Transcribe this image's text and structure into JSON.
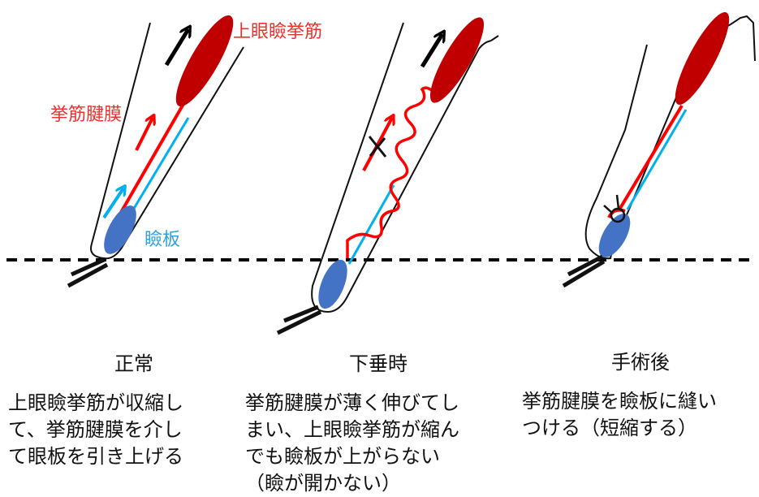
{
  "labels": {
    "levator_muscle": "上眼瞼挙筋",
    "aponeurosis": "挙筋腱膜",
    "tarsus": "瞼板"
  },
  "panels": [
    {
      "title": "正常",
      "lines": [
        "上眼瞼挙筋が収縮し",
        "て、挙筋腱膜を介し",
        "て眼板を引き上げる"
      ]
    },
    {
      "title": "下垂時",
      "lines": [
        "挙筋腱膜が薄く伸びてし",
        "まい、上眼瞼挙筋が縮ん",
        "でも瞼板が上がらない",
        "（瞼が開かない）"
      ]
    },
    {
      "title": "手術後",
      "lines": [
        "挙筋腱膜を瞼板に縫い",
        "つける（短縮する）"
      ]
    }
  ],
  "colors": {
    "muscle": "#c00000",
    "aponeurosis": "#ff0000",
    "tarsus": "#4472c4",
    "conjunctiva": "#00b0f0",
    "arrow_red": "#ff0000",
    "arrow_blue": "#00b0f0",
    "arrow_black": "#000000",
    "label_red": "#e8322e",
    "label_blue": "#2fa3dc"
  }
}
